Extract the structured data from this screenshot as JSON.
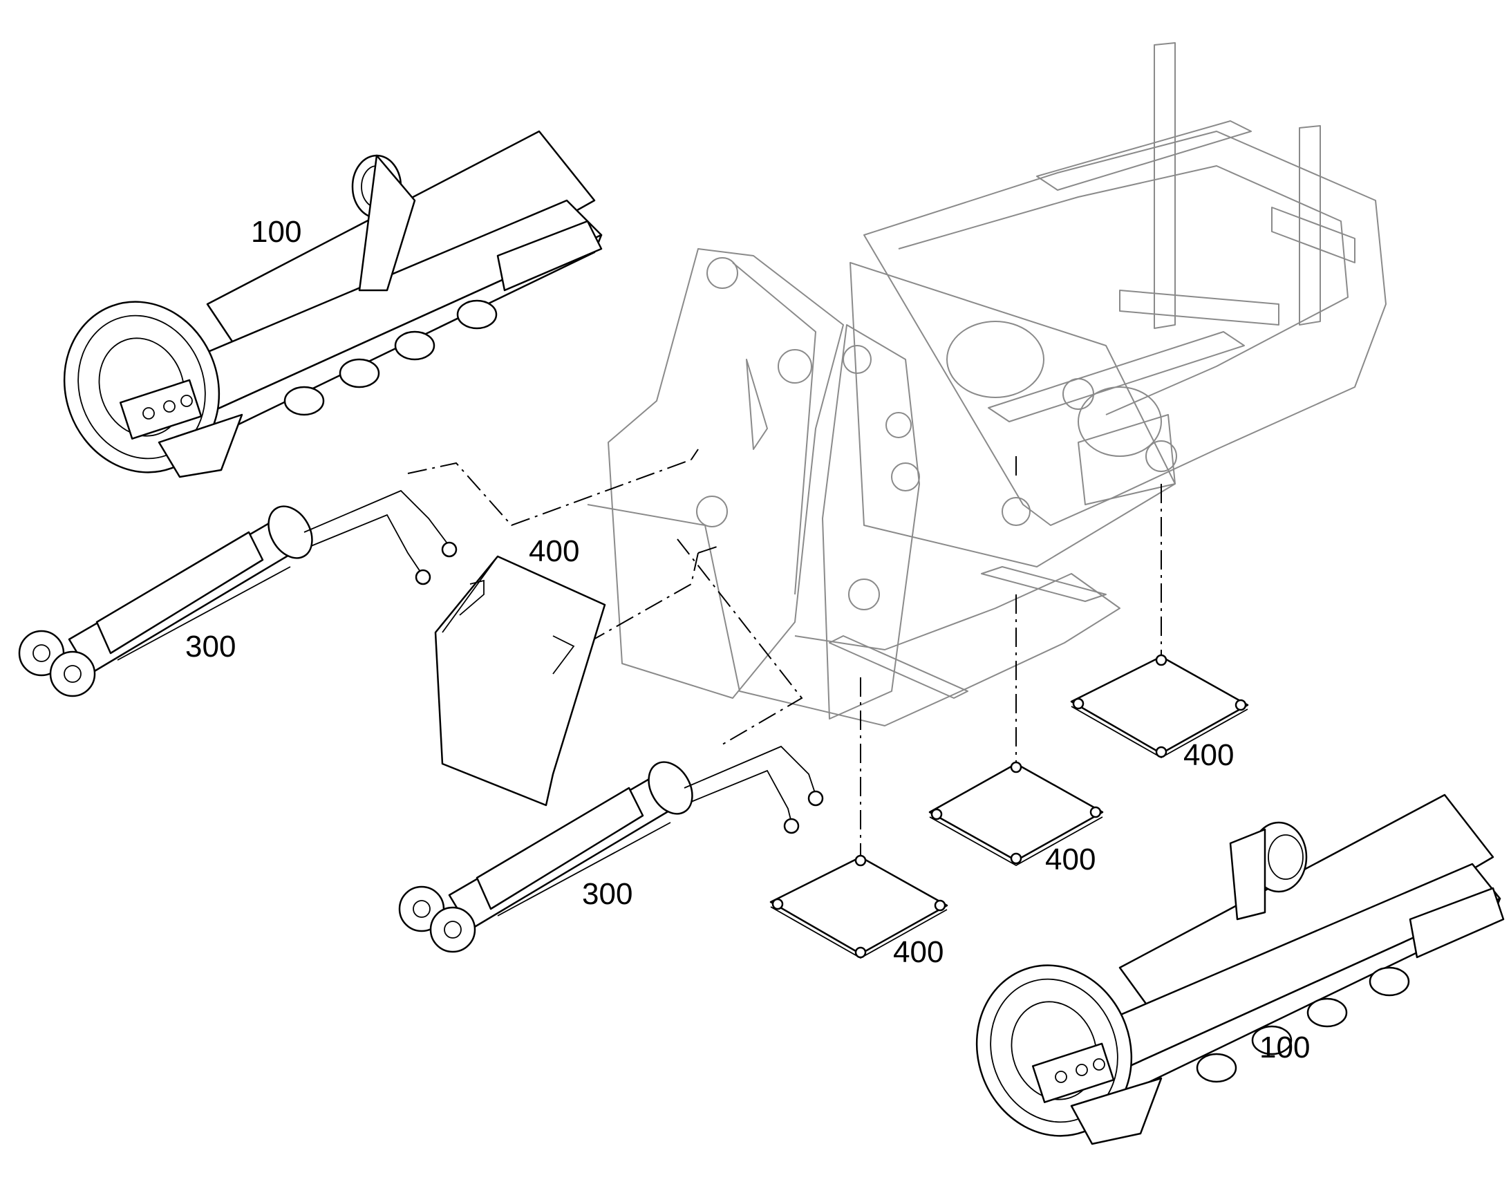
{
  "diagram": {
    "labels": {
      "track_roller_frame_left": "100",
      "track_roller_frame_right": "100",
      "cylinder_upper": "300",
      "cylinder_lower": "300",
      "cover_plate": "400",
      "pad_1": "400",
      "pad_2": "400",
      "pad_3": "400"
    },
    "colors": {
      "lines": "#000000",
      "frame": "#8a8a8a",
      "background": "#ffffff"
    }
  }
}
